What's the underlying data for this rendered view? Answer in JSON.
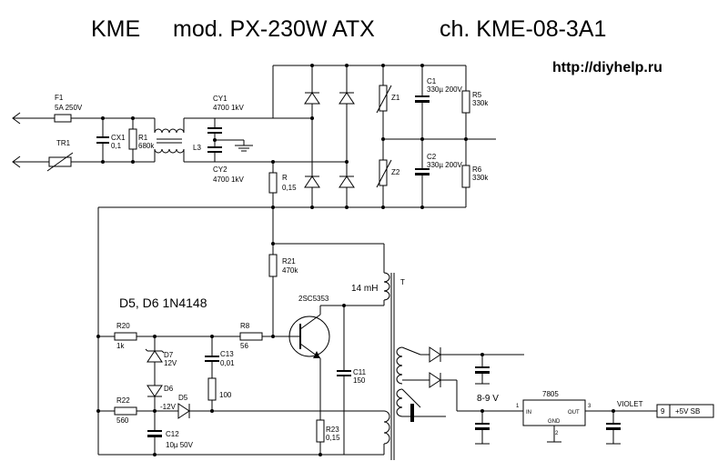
{
  "title": {
    "brand": "KME",
    "model": "mod. PX-230W  ATX",
    "chassis": "ch. KME-08-3A1",
    "url": "http://diyhelp.ru"
  },
  "labels": {
    "f1": "F1",
    "f1_val": "5A 250V",
    "tr1": "TR1",
    "cx1": "CX1",
    "cx1_val": "0,1",
    "r1": "R1",
    "r1_val": "680k",
    "l3": "L3",
    "cy1": "CY1",
    "cy1_val": "4700 1kV",
    "cy2": "CY2",
    "cy2_val": "4700 1kV",
    "r": "R",
    "r_val": "0,15",
    "z1": "Z1",
    "z2": "Z2",
    "c1": "C1",
    "c1_val": "330µ 200V",
    "c2": "C2",
    "c2_val": "330µ 200V",
    "r5": "R5",
    "r5_val": "330k",
    "r6": "R6",
    "r6_val": "330k",
    "r21": "R21",
    "r21_val": "470k",
    "t": "T",
    "t_ind": "14 mH",
    "q": "2SC5353",
    "d5d6": "D5, D6  1N4148",
    "r20": "R20",
    "r20_val": "1k",
    "d7": "D7",
    "d7_val": "12V",
    "c13": "C13",
    "c13_val": "0,01",
    "r8": "R8",
    "r8_val": "56",
    "d6": "D6",
    "d5": "D5",
    "r_100": "100",
    "c11": "C11",
    "c11_val": "150",
    "r22": "R22",
    "r22_val": "560",
    "neg12": "-12V",
    "c12": "C12",
    "c12_val": "10µ 50V",
    "r23": "R23",
    "r23_val": "0,15",
    "v89": "8-9 V",
    "u7805": "7805",
    "in": "IN",
    "gnd": "GND",
    "out": "OUT",
    "pin1": "1",
    "pin2": "2",
    "pin3": "3",
    "violet": "VIOLET",
    "pin9": "9",
    "sb": "+5V SB"
  }
}
